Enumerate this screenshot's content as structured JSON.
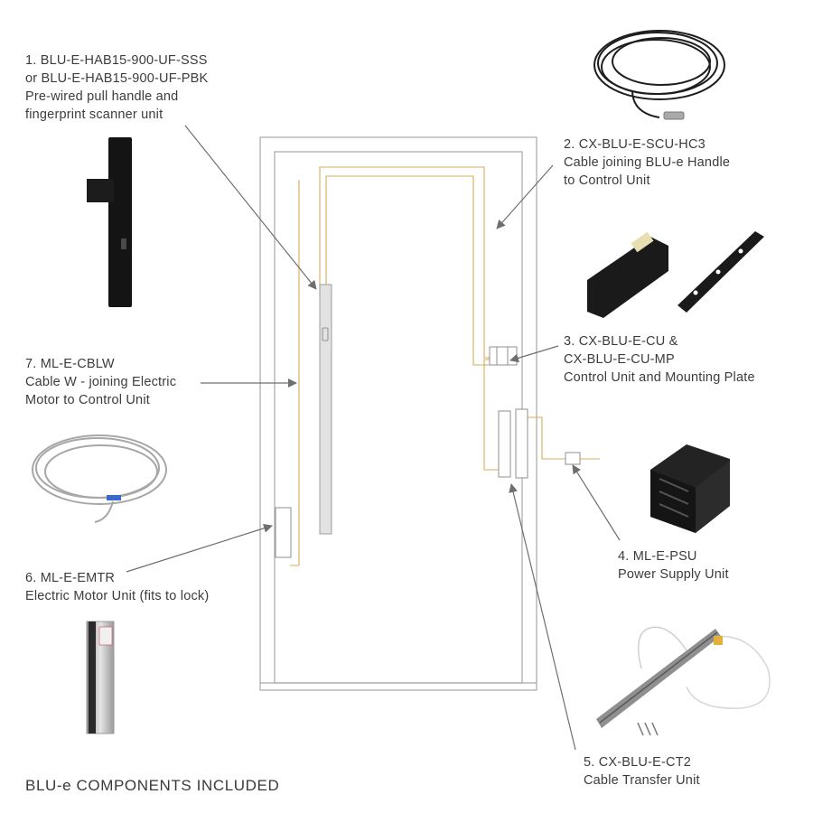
{
  "diagram": {
    "footer_title": "BLU-e COMPONENTS INCLUDED",
    "colors": {
      "cable": "#d9a95b",
      "door": "#9a9a9a",
      "arrow": "#6f6f6f",
      "text": "#3c3c3c"
    },
    "components": [
      {
        "number": "1",
        "lines": [
          "1. BLU-E-HAB15-900-UF-SSS",
          "or BLU-E-HAB15-900-UF-PBK",
          "Pre-wired pull handle and",
          "fingerprint scanner unit"
        ],
        "image": "black-pull-handle-image"
      },
      {
        "number": "2",
        "lines": [
          "2. CX-BLU-E-SCU-HC3",
          "Cable joining BLU-e Handle",
          "to Control Unit"
        ],
        "image": "coiled-black-cable-image"
      },
      {
        "number": "3",
        "lines": [
          "3. CX-BLU-E-CU &",
          "CX-BLU-E-CU-MP",
          "Control Unit and Mounting Plate"
        ],
        "image": "control-unit-and-plate-image"
      },
      {
        "number": "4",
        "lines": [
          "4. ML-E-PSU",
          "Power Supply Unit"
        ],
        "image": "power-supply-image"
      },
      {
        "number": "5",
        "lines": [
          "5. CX-BLU-E-CT2",
          "Cable Transfer Unit"
        ],
        "image": "cable-transfer-unit-image"
      },
      {
        "number": "6",
        "lines": [
          "6. ML-E-EMTR",
          "Electric Motor Unit (fits to lock)"
        ],
        "image": "electric-motor-image"
      },
      {
        "number": "7",
        "lines": [
          "7. ML-E-CBLW",
          "Cable W - joining Electric",
          "Motor to Control Unit"
        ],
        "image": "grey-coiled-cable-image"
      }
    ]
  }
}
